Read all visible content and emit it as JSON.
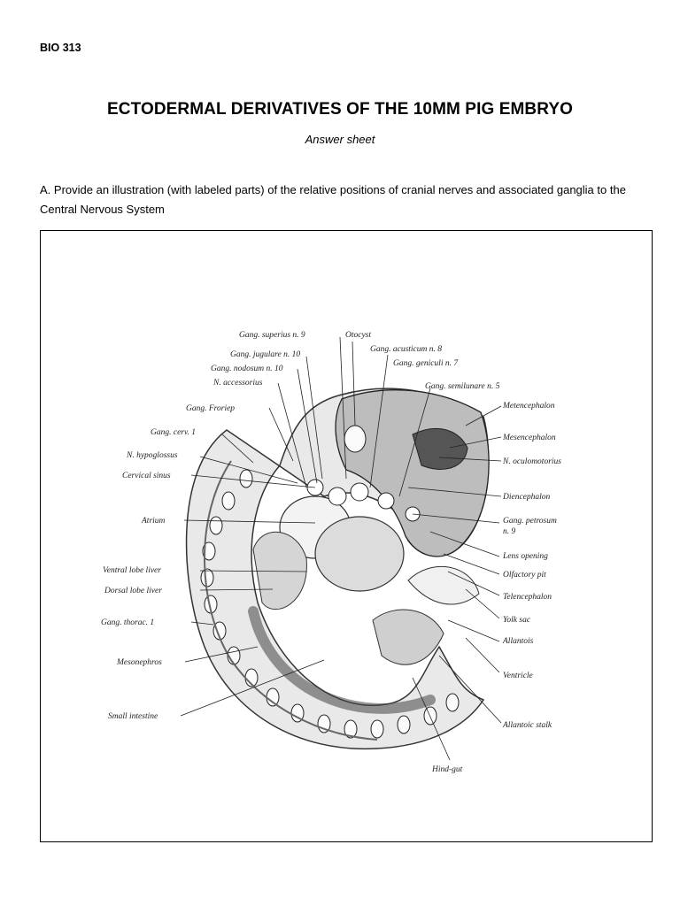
{
  "header": {
    "course": "BIO 313",
    "title": "ECTODERMAL DERIVATIVES OF THE 10MM PIG EMBRYO",
    "subtitle": "Answer sheet"
  },
  "question": {
    "text": "A. Provide an illustration (with labeled parts) of the relative positions of cranial nerves and associated ganglia to the Central Nervous System"
  },
  "figure": {
    "labels": {
      "gang_superius": "Gang. superius n. 9",
      "otocyst": "Otocyst",
      "gang_acusticum": "Gang. acusticum n. 8",
      "gang_jugulare": "Gang. jugulare n. 10",
      "gang_geniculi": "Gang. geniculi n. 7",
      "gang_nodosum": "Gang. nodosum n. 10",
      "n_accessorius": "N. accessorius",
      "gang_semilunare": "Gang. semilunare n. 5",
      "gang_froriep": "Gang. Froriep",
      "metencephalon": "Metencephalon",
      "gang_cerv": "Gang. cerv. 1",
      "mesencephalon": "Mesencephalon",
      "n_hypoglossus": "N. hypoglossus",
      "n_oculomotorius": "N. oculomotorius",
      "cervical_sinus": "Cervical sinus",
      "diencephalon": "Diencephalon",
      "atrium": "Atrium",
      "gang_petrosum_1": "Gang. petrosum",
      "gang_petrosum_2": "n. 9",
      "lens_opening": "Lens opening",
      "ventral_lobe_liver": "Ventral lobe liver",
      "olfactory_pit": "Olfactory pit",
      "dorsal_lobe_liver": "Dorsal lobe liver",
      "telencephalon": "Telencephalon",
      "yolk_sac": "Yolk sac",
      "gang_thorac": "Gang. thorac. 1",
      "allantois": "Allantois",
      "mesonephros": "Mesonephros",
      "ventricle": "Ventricle",
      "small_intestine": "Small intestine",
      "allantoic_stalk": "Allantoic stalk",
      "hind_gut": "Hind-gut"
    }
  }
}
